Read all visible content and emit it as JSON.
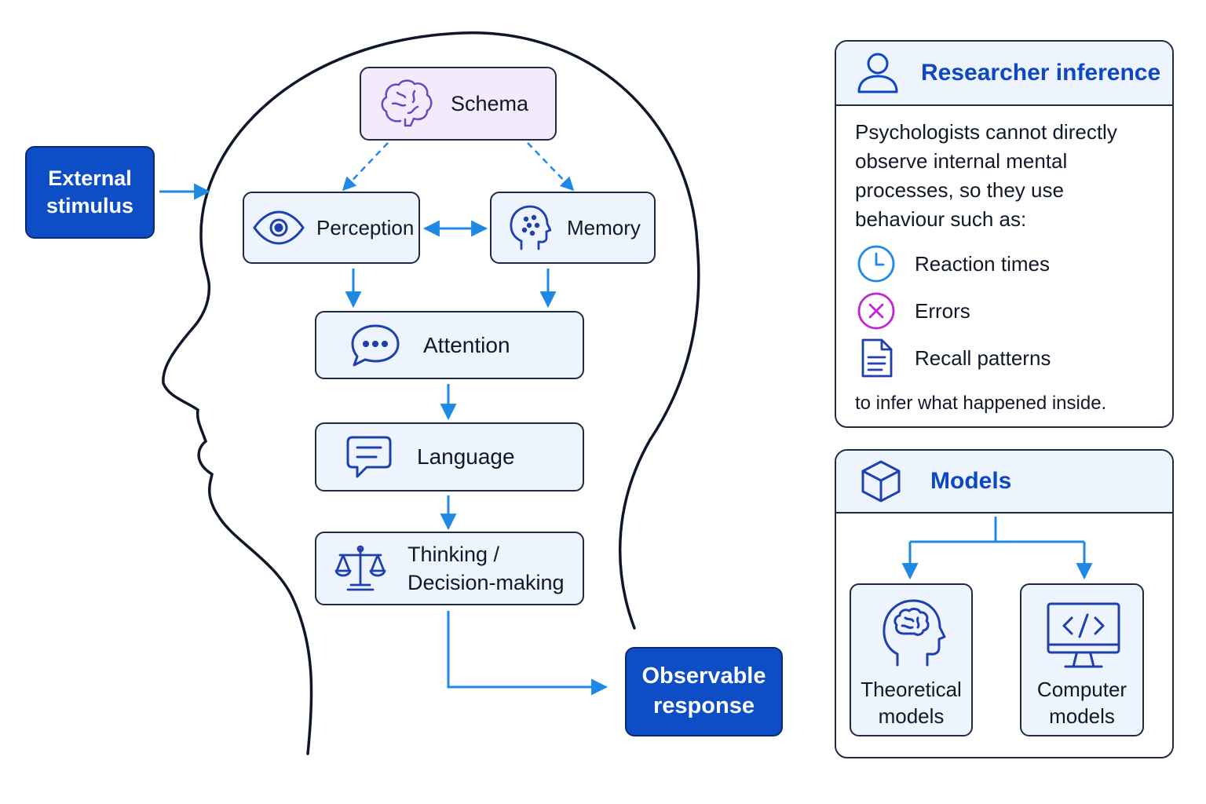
{
  "diagram": {
    "external_stimulus": "External stimulus",
    "observable_response": "Observable response",
    "nodes": {
      "schema": "Schema",
      "perception": "Perception",
      "memory": "Memory",
      "attention": "Attention",
      "language": "Language",
      "thinking_line1": "Thinking /",
      "thinking_line2": "Decision-making"
    }
  },
  "researcher_panel": {
    "title": "Researcher inference",
    "intro": "Psychologists cannot directly observe internal mental processes, so they use behaviour such as:",
    "items": [
      {
        "label": "Reaction times",
        "icon": "clock-icon"
      },
      {
        "label": "Errors",
        "icon": "x-circle-icon"
      },
      {
        "label": "Recall patterns",
        "icon": "document-icon"
      }
    ],
    "outro": "to infer what happened inside."
  },
  "models_panel": {
    "title": "Models",
    "items": [
      {
        "label_line1": "Theoretical",
        "label_line2": "models",
        "icon": "brain-head-icon"
      },
      {
        "label_line1": "Computer",
        "label_line2": "models",
        "icon": "computer-code-icon"
      }
    ]
  },
  "colors": {
    "dark_blue": "#0d4ec6",
    "arrow_blue": "#1e88e5",
    "box_fill": "#edf4fd",
    "schema_fill": "#f3ebfc",
    "outline": "#1f2a44",
    "title_blue": "#0d47c4",
    "errors_magenta": "#c026d3"
  }
}
